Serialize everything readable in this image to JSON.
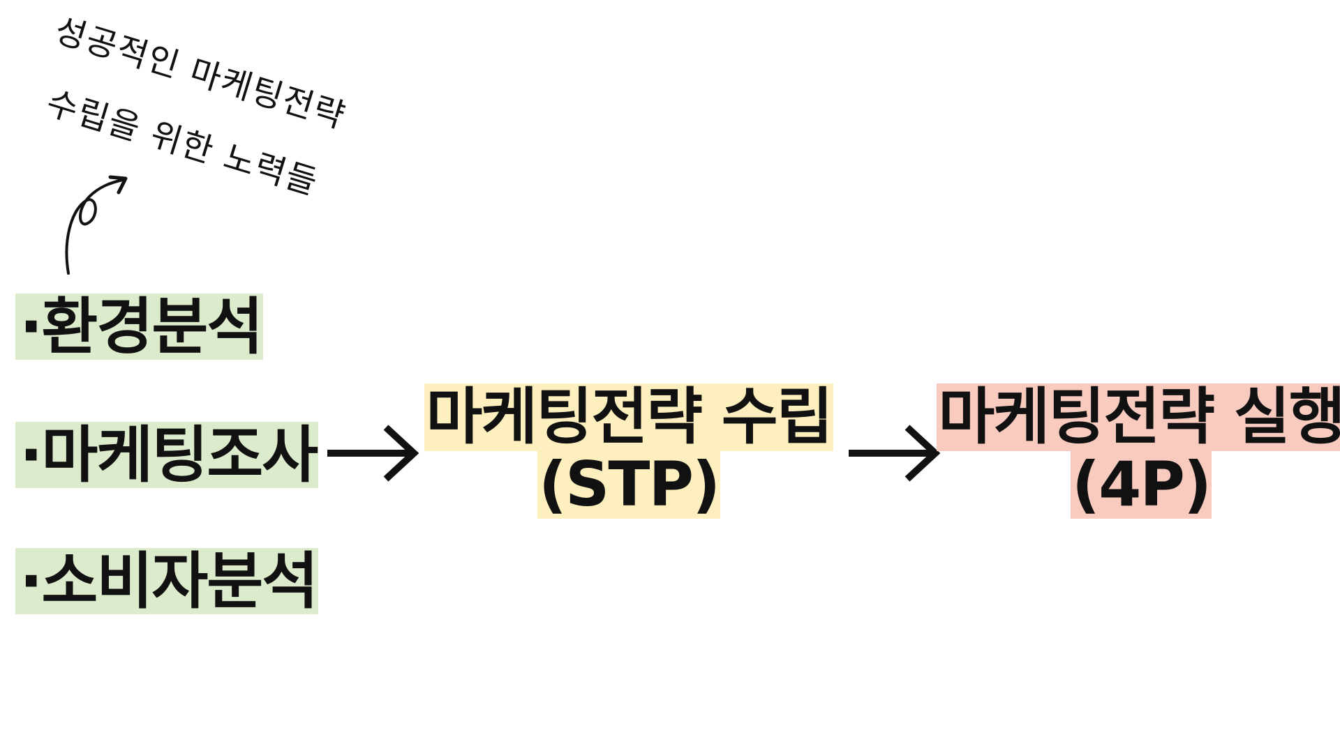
{
  "annotation": {
    "line1": "성공적인 마케팅전략",
    "line2": "수립을 위한 노력들"
  },
  "inputs": [
    {
      "label": "·환경분석"
    },
    {
      "label": "·마케팅조사"
    },
    {
      "label": "·소비자분석"
    }
  ],
  "stp": {
    "line1": "마케팅전략 수립",
    "line2": "(STP)"
  },
  "execution": {
    "line1": "마케팅전략 실행",
    "line2": "(4P)"
  },
  "colors": {
    "inputs_highlight": "#dcebcc",
    "stp_highlight": "#fdefbe",
    "execution_highlight": "#f9cbbf",
    "text": "#111111"
  },
  "icons": [
    "curly-arrow-icon",
    "right-arrow-icon"
  ]
}
